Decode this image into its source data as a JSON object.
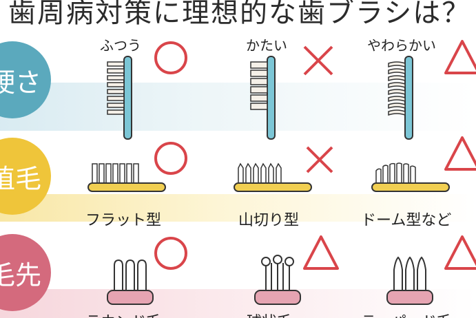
{
  "title": "歯周病対策に理想的な歯ブラシは？",
  "rows": [
    {
      "label": "硬さ",
      "color": "#5ba9bd"
    },
    {
      "label": "植毛",
      "color": "#efc53a"
    },
    {
      "label": "毛先",
      "color": "#d46a7d"
    }
  ],
  "hardness": {
    "columns": [
      "ふつう",
      "かたい",
      "やわらかい"
    ],
    "ratings": [
      "○",
      "×",
      "△"
    ]
  },
  "bristle_shape": {
    "types": [
      "フラット型",
      "山切り型",
      "ドーム型など"
    ],
    "ratings": [
      "○",
      "×",
      "△"
    ]
  },
  "tip_shape": {
    "types": [
      "ラウンド毛",
      "球状毛",
      "テーパード毛"
    ],
    "ratings": [
      "○",
      "△",
      "△"
    ]
  },
  "colors": {
    "rating_mark": "#d9454a",
    "handle_blue": "#7cc6d6",
    "handle_yellow": "#f1cf52",
    "base_pink": "#e6a4b2",
    "band_blue": "#e3f0f4",
    "band_yellow": "#fcf3cf",
    "band_pink": "#fae7ea"
  }
}
